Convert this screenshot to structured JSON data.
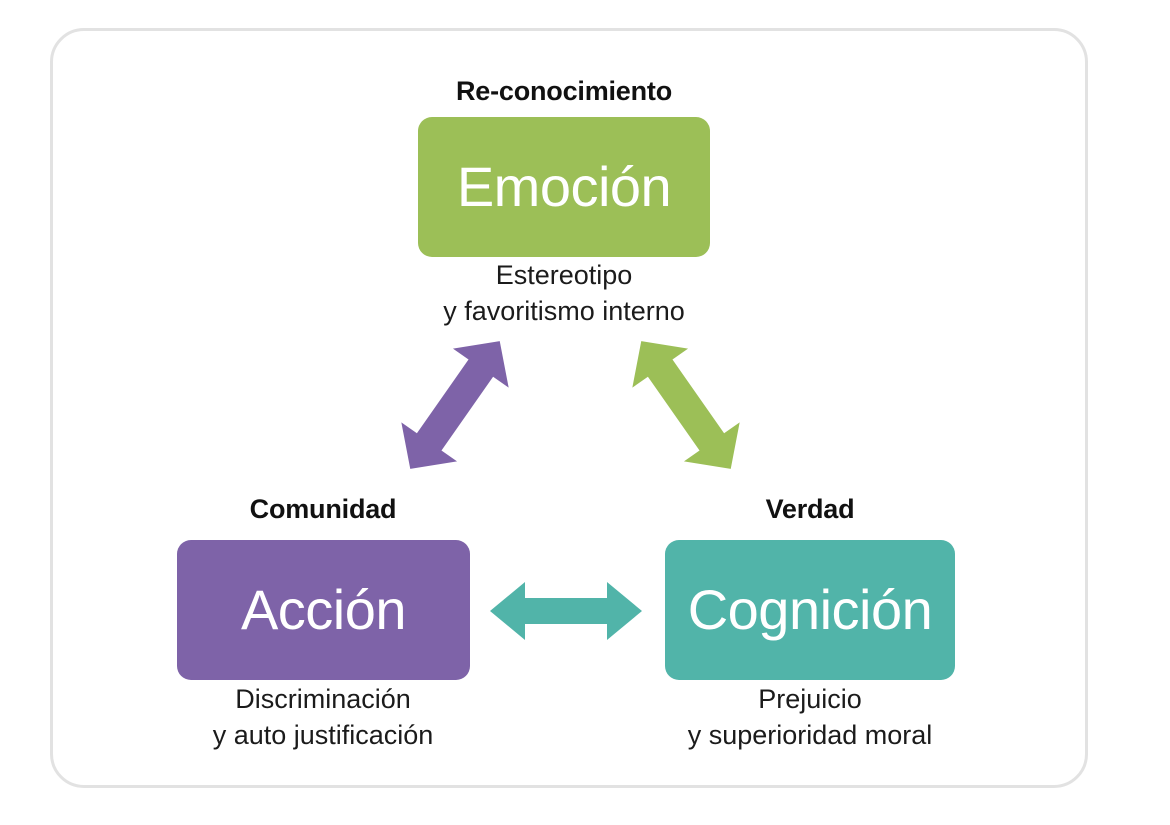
{
  "diagram": {
    "title_hidden": "",
    "frame": {
      "border_color": "#e2e2e2"
    },
    "nodes": [
      {
        "id": "emocion",
        "heading": "Re-conocimiento",
        "box_label": "Emoción",
        "box_color": "#9cbf57",
        "caption_line1": "Estereotipo",
        "caption_line2": "y favoritismo interno"
      },
      {
        "id": "accion",
        "heading": "Comunidad",
        "box_label": "Acción",
        "box_color": "#7e63a8",
        "caption_line1": "Discriminación",
        "caption_line2": "y auto justificación"
      },
      {
        "id": "cognicion",
        "heading": "Verdad",
        "box_label": "Cognición",
        "box_color": "#51b4a9",
        "caption_line1": "Prejuicio",
        "caption_line2": "y superioridad  moral"
      }
    ],
    "arrows": [
      {
        "id": "arrow-emocion-accion",
        "name": "purple-double-arrow",
        "color": "#7e63a8",
        "direction": "bidirectional",
        "from": "Acción",
        "to": "Emoción"
      },
      {
        "id": "arrow-emocion-cognicion",
        "name": "green-double-arrow",
        "color": "#9cbf57",
        "direction": "bidirectional",
        "from": "Emoción",
        "to": "Cognición"
      },
      {
        "id": "arrow-accion-cognicion",
        "name": "teal-double-arrow",
        "color": "#51b4a9",
        "direction": "bidirectional",
        "from": "Acción",
        "to": "Cognición"
      }
    ]
  }
}
